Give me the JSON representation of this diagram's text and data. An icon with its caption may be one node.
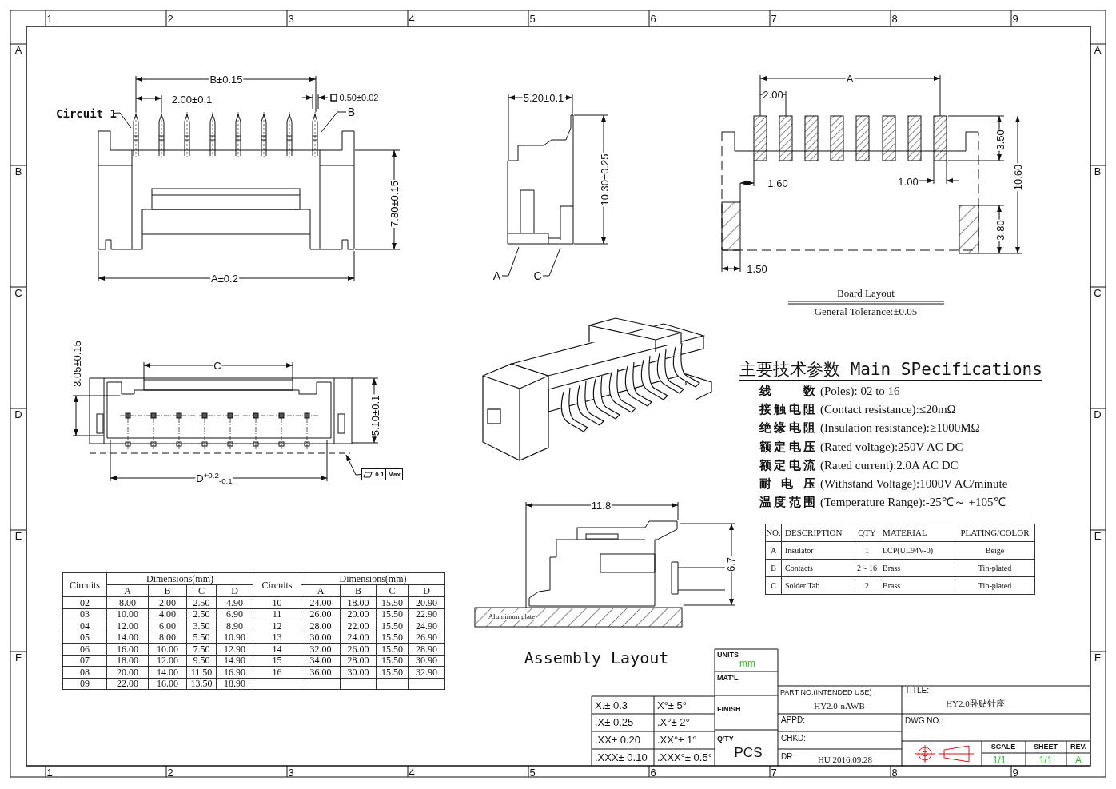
{
  "diagram": {
    "nodes": [
      {
        "text": [
          "Circuit 1"
        ]
      },
      {
        "text": [
          "B"
        ]
      },
      {
        "text": [
          "A"
        ]
      },
      {
        "text": [
          "C"
        ]
      },
      {
        "text": [
          "0.1",
          "Max"
        ]
      },
      {
        "text": [],
        "shape": "picture"
      },
      {
        "text": [],
        "shape": "picture"
      }
    ],
    "edges": [
      {
        "from": 0,
        "to": 5,
        "arrow": "none"
      },
      {
        "from": 1,
        "to": 5,
        "arrow": "none"
      },
      {
        "from": 2,
        "to": 6,
        "arrow": "none"
      },
      {
        "from": 3,
        "to": 6,
        "arrow": "none"
      },
      {
        "from": 4,
        "to": null,
        "arrow": "to"
      }
    ],
    "labels": [
      "1",
      "2",
      "3",
      "4",
      "5",
      "6",
      "7",
      "8",
      "9",
      "1",
      "2",
      "3",
      "4",
      "5",
      "6",
      "7",
      "8",
      "9",
      "A",
      "B",
      "C",
      "D",
      "E",
      "F",
      "A",
      "B",
      "C",
      "D",
      "E",
      "F",
      "B±0.15",
      "2.00±0.1",
      "0.50±0.02",
      "7.80±0.15",
      "A±0.2",
      "5.20±0.1",
      "10.30±0.25",
      "A",
      "2.00",
      "3.50",
      "1.60",
      "1.00",
      "10.60",
      "3.80",
      "1.50",
      "Board Layout",
      "General Tolerance:±0.05",
      "3.05±0.15",
      "C",
      "5.10±0.1",
      "D$^{+0.2}$$_{-0.1}$",
      "主要技术参数 Main SPecifications",
      "线 数",
      "(Poles): 02 to 16",
      "接触电阻",
      "(Contact resistance):≤20mΩ",
      "绝缘电阻",
      "(Insulation resistance):≥1000MΩ",
      "额定电压",
      "(Rated voltage):250V AC DC",
      "额定电流",
      "(Rated current):2.0A AC DC",
      "耐 电 压",
      "(Withstand Voltage):1000V AC/minute",
      "温度范围",
      "(Temperature Range):-25℃～ +105℃",
      "Circuits",
      "Dimensions(mm)",
      "A",
      "B",
      "C",
      "D",
      "Circuits",
      "Dimensions(mm)",
      "A",
      "B",
      "C",
      "D",
      "02",
      "8.00",
      "2.00",
      "2.50",
      "4.90",
      "10",
      "24.00",
      "18.00",
      "15.50",
      "20.90",
      "03",
      "10.00",
      "4.00",
      "2.50",
      "6.90",
      "11",
      "26.00",
      "20.00",
      "15.50",
      "22.90",
      "04",
      "12.00",
      "6.00",
      "3.50",
      "8.90",
      "12",
      "28.00",
      "22.00",
      "15.50",
      "24.90",
      "05",
      "14.00",
      "8.00",
      "5.50",
      "10.90",
      "13",
      "30.00",
      "24.00",
      "15.50",
      "26.90",
      "06",
      "16.00",
      "10.00",
      "7.50",
      "12.90",
      "14",
      "32.00",
      "26.00",
      "15.50",
      "28.90",
      "07",
      "18.00",
      "12.00",
      "9.50",
      "14.90",
      "15",
      "34.00",
      "28.00",
      "15.50",
      "30.90",
      "08",
      "20.00",
      "14.00",
      "11.50",
      "16.90",
      "16",
      "36.00",
      "30.00",
      "15.50",
      "32.90",
      "09",
      "22.00",
      "16.00",
      "13.50",
      "18.90",
      "NO.",
      "DESCRIPTION",
      "QTY",
      "MATERIAL",
      "PLATING/COLOR",
      "A",
      "Insulator",
      "1",
      "LCP(UL94V-0)",
      "Beige",
      "B",
      "Contacts",
      "2～16",
      "Brass",
      "Tin-plated",
      "C",
      "Solder Tab",
      "2",
      "Brass",
      "Tin-plated",
      "11.8",
      "6.7",
      "Aluminum plate",
      "Assembly Layout",
      "X.± 0.3",
      "X°± 5°",
      ".X± 0.25",
      ".X°± 2°",
      ".XX± 0.20",
      ".XX°± 1°",
      ".XXX± 0.10",
      ".XXX°± 0.5°",
      "UNITS",
      "mm",
      "MAT'L",
      "FINISH",
      "Q'TY",
      "PCS",
      "PART NO.(INTENDED USE)",
      "HY2.0-nAWB",
      "TITLE:",
      "HY2.0卧贴针座",
      "APPD:",
      "DWG NO.:",
      "CHKD:",
      "DR:",
      "HU 2016.09.28",
      "SCALE",
      "1/1",
      "SHEET",
      "1/1",
      "REV.",
      "A"
    ]
  }
}
